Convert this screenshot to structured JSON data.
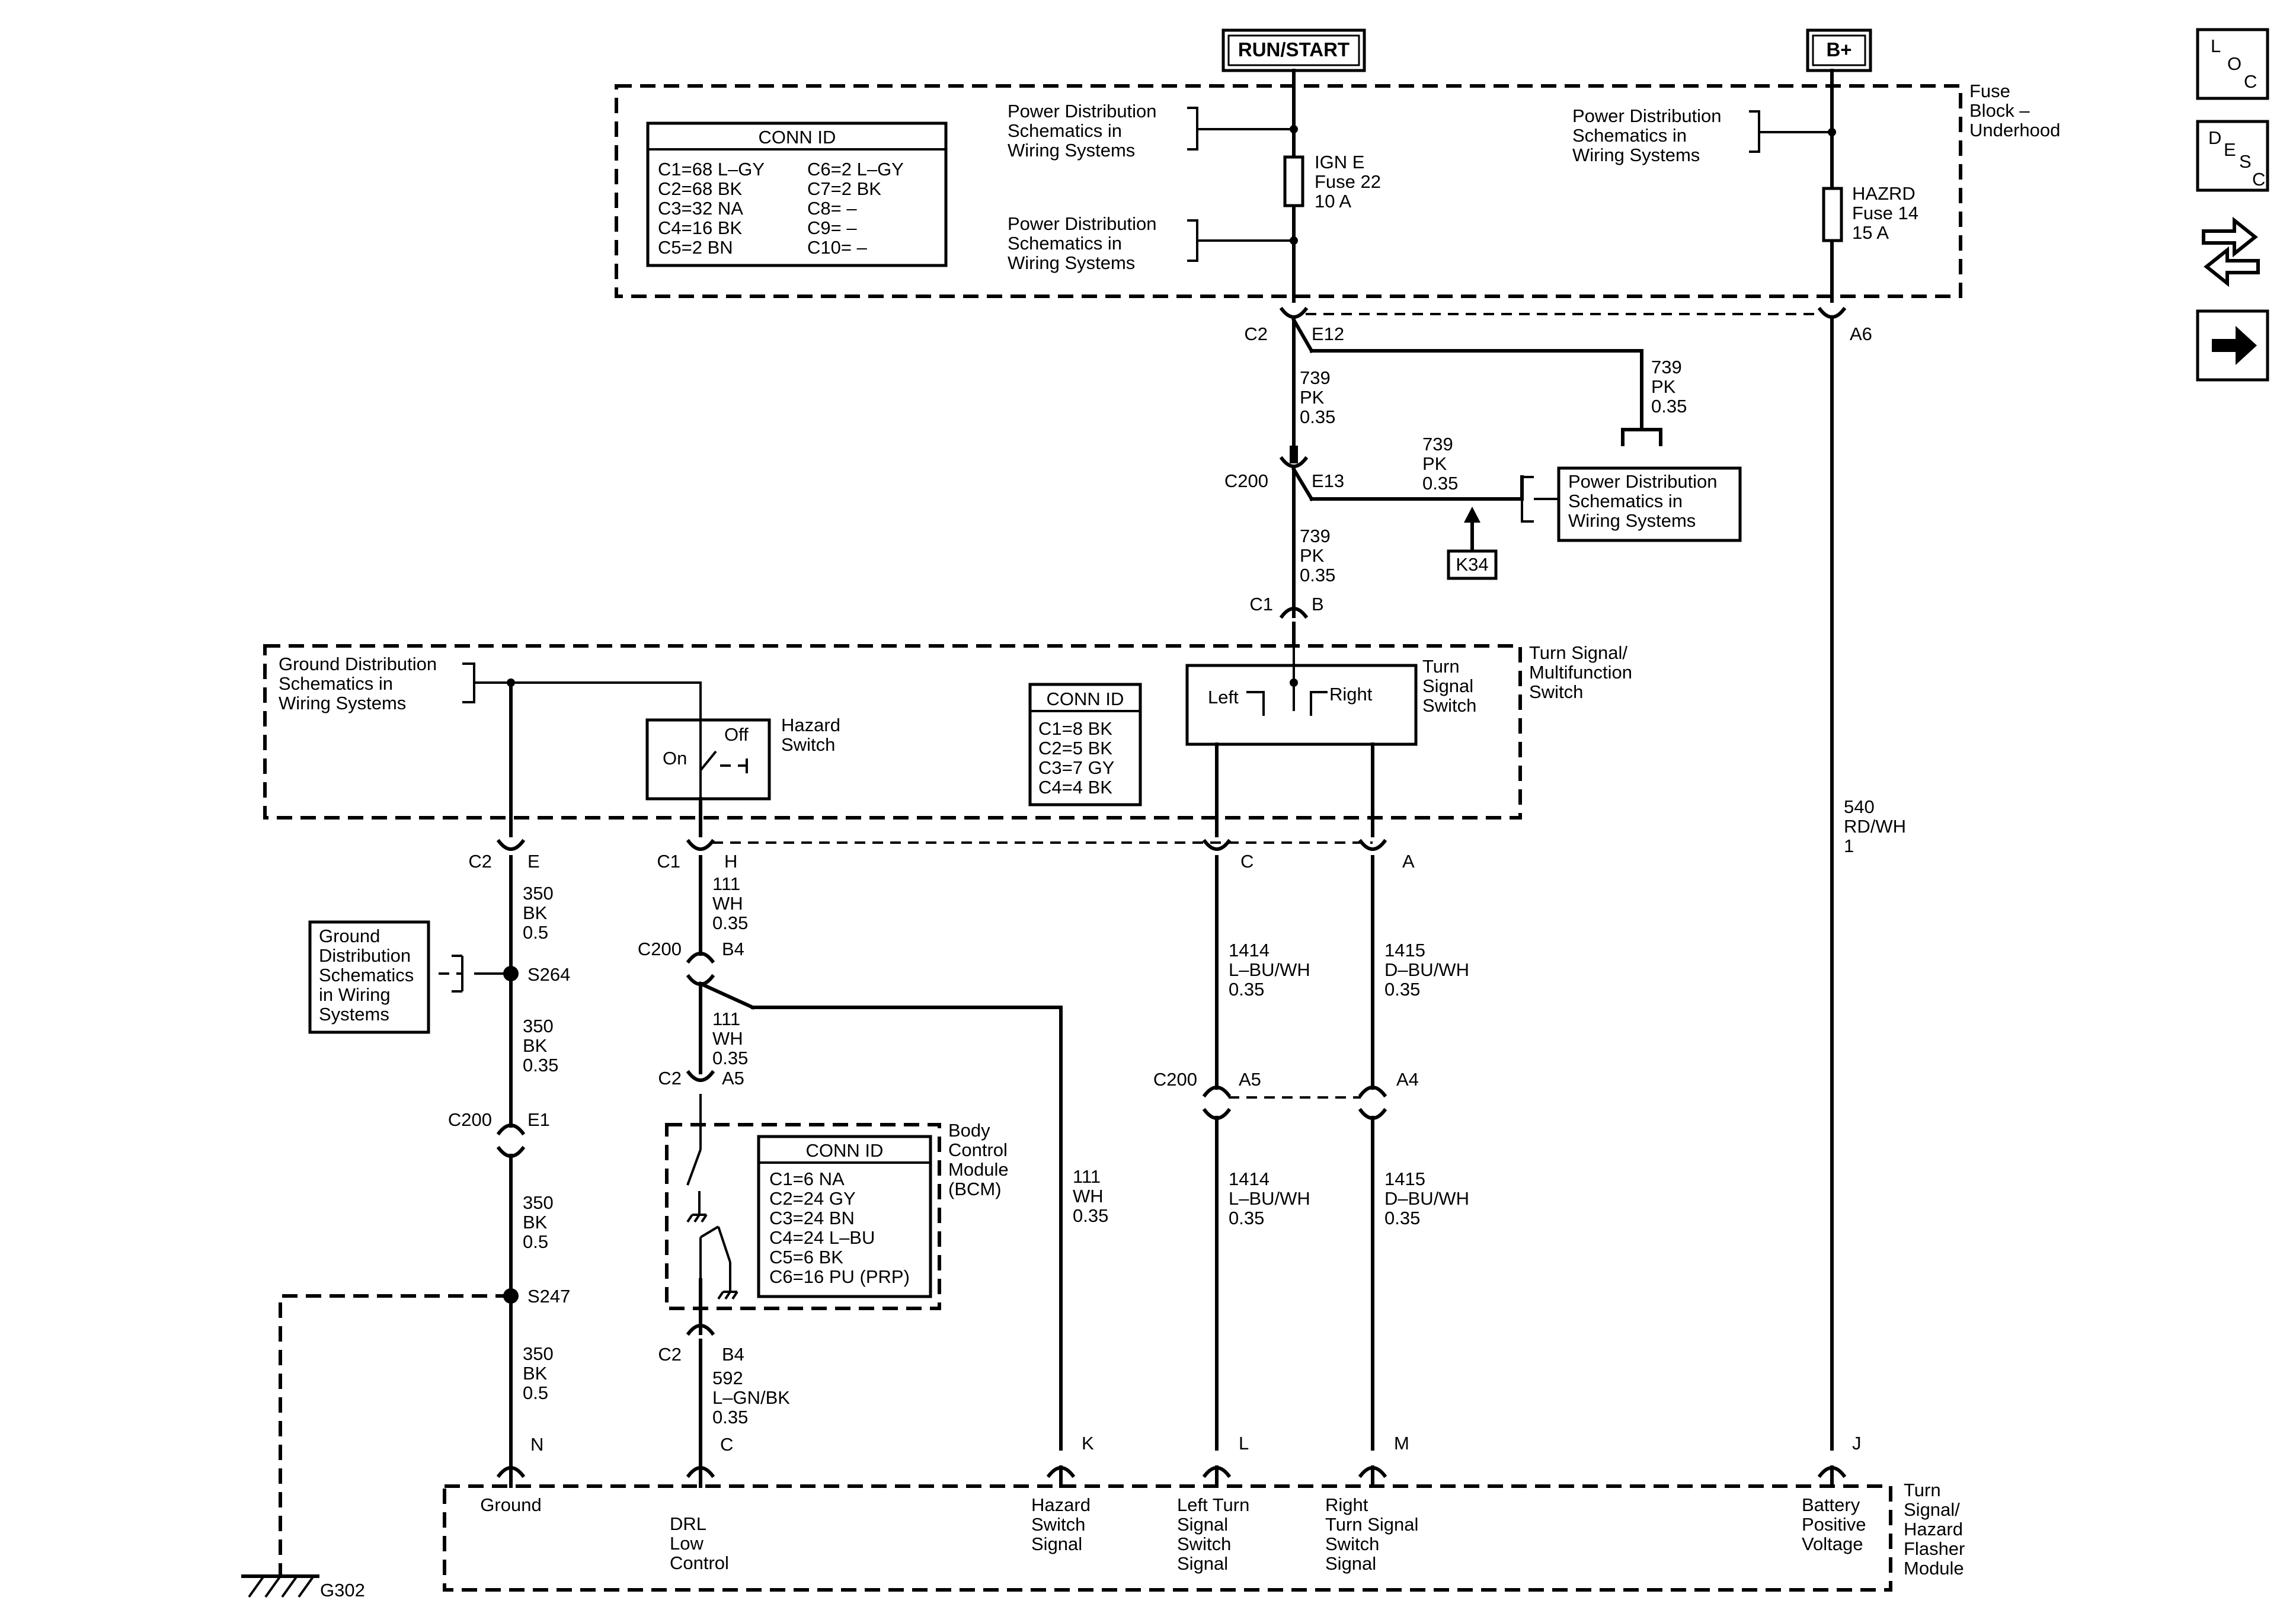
{
  "power_sources": {
    "run_start": "RUN/START",
    "b_plus": "B+"
  },
  "fuse_block": {
    "label": [
      "Fuse",
      "Block –",
      "Underhood"
    ],
    "conn_id": {
      "title": "CONN ID",
      "left": [
        "C1=68 L–GY",
        "C2=68 BK",
        "C3=32 NA",
        "C4=16 BK",
        "C5=2 BN"
      ],
      "right": [
        "C6=2 L–GY",
        "C7=2 BK",
        "C8= –",
        "C9= –",
        "C10= –"
      ]
    },
    "fuse_ign": [
      "IGN E",
      "Fuse 22",
      "10 A"
    ],
    "fuse_hazrd": [
      "HAZRD",
      "Fuse 14",
      "15 A"
    ],
    "ref_upper": [
      "Power Distribution",
      "Schematics in",
      "Wiring  Systems"
    ],
    "ref_lower": [
      "Power Distribution",
      "Schematics in",
      "Wiring  Systems"
    ],
    "ref_right": [
      "Power Distribution",
      "Schematics in",
      "Wiring  Systems"
    ]
  },
  "connectors": {
    "c2": "C2",
    "e12": "E12",
    "a6": "A6",
    "c200": "C200",
    "e13": "E13",
    "c1": "C1",
    "b": "B",
    "c2_e": "C2",
    "e": "E",
    "c1_h": "C1",
    "h": "H",
    "c": "C",
    "a": "A",
    "c200_b4": "C200",
    "b4": "B4",
    "c2_a5": "C2",
    "a5": "A5",
    "c200_a5": "C200",
    "a5b": "A5",
    "a4": "A4",
    "c200_e1": "C200",
    "e1": "E1",
    "c2_b4": "C2",
    "b4b": "B4",
    "n": "N",
    "c_drl": "C",
    "k": "K",
    "l": "L",
    "m": "M",
    "j": "J"
  },
  "wires": {
    "w739_a": [
      "739",
      "PK",
      "0.35"
    ],
    "w739_b": [
      "739",
      "PK",
      "0.35"
    ],
    "w739_c": [
      "739",
      "PK",
      "0.35"
    ],
    "w739_d": [
      "739",
      "PK",
      "0.35"
    ],
    "w540": [
      "540",
      "RD/WH",
      "1"
    ],
    "w350_a": [
      "350",
      "BK",
      "0.5"
    ],
    "w350_b": [
      "350",
      "BK",
      "0.35"
    ],
    "w350_c": [
      "350",
      "BK",
      "0.5"
    ],
    "w350_d": [
      "350",
      "BK",
      "0.5"
    ],
    "w111_a": [
      "111",
      "WH",
      "0.35"
    ],
    "w111_b": [
      "111",
      "WH",
      "0.35"
    ],
    "w111_c": [
      "111",
      "WH",
      "0.35"
    ],
    "w592": [
      "592",
      "L–GN/BK",
      "0.35"
    ],
    "w1414_a": [
      "1414",
      "L–BU/WH",
      "0.35"
    ],
    "w1414_b": [
      "1414",
      "L–BU/WH",
      "0.35"
    ],
    "w1415_a": [
      "1415",
      "D–BU/WH",
      "0.35"
    ],
    "w1415_b": [
      "1415",
      "D–BU/WH",
      "0.35"
    ]
  },
  "power_ref_box": [
    "Power Distribution",
    "Schematics in",
    "Wiring  Systems"
  ],
  "k34": "K34",
  "multifunction_switch": {
    "label": [
      "Turn Signal/",
      "Multifunction",
      "Switch"
    ],
    "ground_ref": [
      "Ground Distribution",
      "Schematics in",
      "Wiring Systems"
    ],
    "hazard_switch": [
      "Hazard",
      "Switch"
    ],
    "hazard_on": "On",
    "hazard_off": "Off",
    "conn_id": {
      "title": "CONN ID",
      "items": [
        "C1=8 BK",
        "C2=5 BK",
        "C3=7 GY",
        "C4=4 BK"
      ]
    },
    "turn_switch": [
      "Turn",
      "Signal",
      "Switch"
    ],
    "left": "Left",
    "right": "Right"
  },
  "splices": {
    "s264": "S264",
    "s247": "S247"
  },
  "ground_dist_box": [
    "Ground",
    "Distribution",
    "Schematics",
    "in Wiring",
    "Systems"
  ],
  "bcm": {
    "label": [
      "Body",
      "Control",
      "Module",
      "(BCM)"
    ],
    "conn_id": {
      "title": "CONN ID",
      "items": [
        "C1=6 NA",
        "C2=24 GY",
        "C3=24 BN",
        "C4=24 L–BU",
        "C5=6 BK",
        "C6=16 PU (PRP)"
      ]
    }
  },
  "ground": "G302",
  "flasher_module": {
    "label": [
      "Turn",
      "Signal/",
      "Hazard",
      "Flasher",
      "Module"
    ],
    "pins": {
      "ground": [
        "Ground"
      ],
      "drl": [
        "DRL",
        "Low",
        "Control"
      ],
      "hazard": [
        "Hazard",
        "Switch",
        "Signal"
      ],
      "left": [
        "Left Turn",
        "Signal",
        "Switch",
        "Signal"
      ],
      "right": [
        "Right",
        "Turn Signal",
        "Switch",
        "Signal"
      ],
      "battery": [
        "Battery",
        "Positive",
        "Voltage"
      ]
    }
  },
  "side_nav": {
    "loc": [
      "L",
      "O",
      "C"
    ],
    "desc": [
      "D",
      "E",
      "S",
      "C"
    ]
  }
}
